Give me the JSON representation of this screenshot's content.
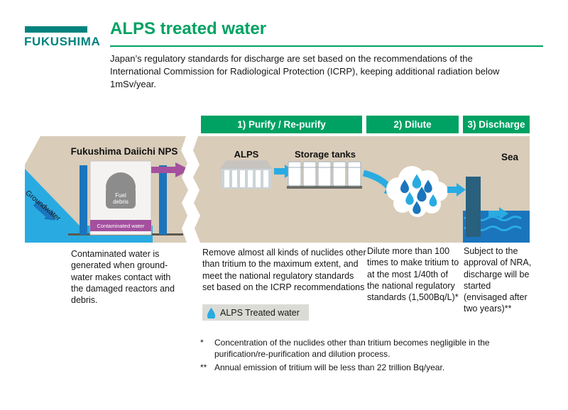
{
  "header": {
    "logo": "FUKUSHIMA",
    "title": "ALPS treated water",
    "subtitle": "Japan’s regulatory standards for discharge are set based on the recommendations of the International Commission for Radiological Protection (ICRP), keeping additional radiation below 1mSv/year."
  },
  "steps": [
    "1) Purify / Re-purify",
    "2) Dilute",
    "3) Discharge"
  ],
  "diagram_labels": {
    "site": "Fukushima Daiichi NPS",
    "groundwater": "Groundwater",
    "fuel_debris": "Fuel debris",
    "contaminated_water": "Contaminated water",
    "alps": "ALPS",
    "storage_tanks": "Storage tanks",
    "sea": "Sea"
  },
  "columns": [
    "Contaminated water is generated when ground-water makes contact with the damaged reactors and debris.",
    "Remove almost all kinds of nuclides other than tritium to the maximum extent, and meet the national regulatory standards set based on the ICRP recommendations",
    "Dilute more than 100 times to make tritium to at the most 1/40th of the national regulatory standards (1,500Bq/L)*",
    "Subject to the approval of NRA, discharge will be started (envisaged after two years)**"
  ],
  "badge": "ALPS Treated water",
  "footnotes": [
    {
      "marker": "*",
      "text": "Concentration of the nuclides other than tritium becomes negligible in the purification/re-purification and dilution process."
    },
    {
      "marker": "**",
      "text": "Annual emission of tritium will be less than 22 trillion Bq/year."
    }
  ],
  "colors": {
    "green": "#00A263",
    "teal": "#00837E",
    "sand": "#D9CCB9",
    "water_blue": "#29ABE2",
    "deep_blue": "#1B75BC",
    "purple": "#A3509E",
    "pipe_blue": "#29607D",
    "badge_gray": "#DBDBD6"
  }
}
